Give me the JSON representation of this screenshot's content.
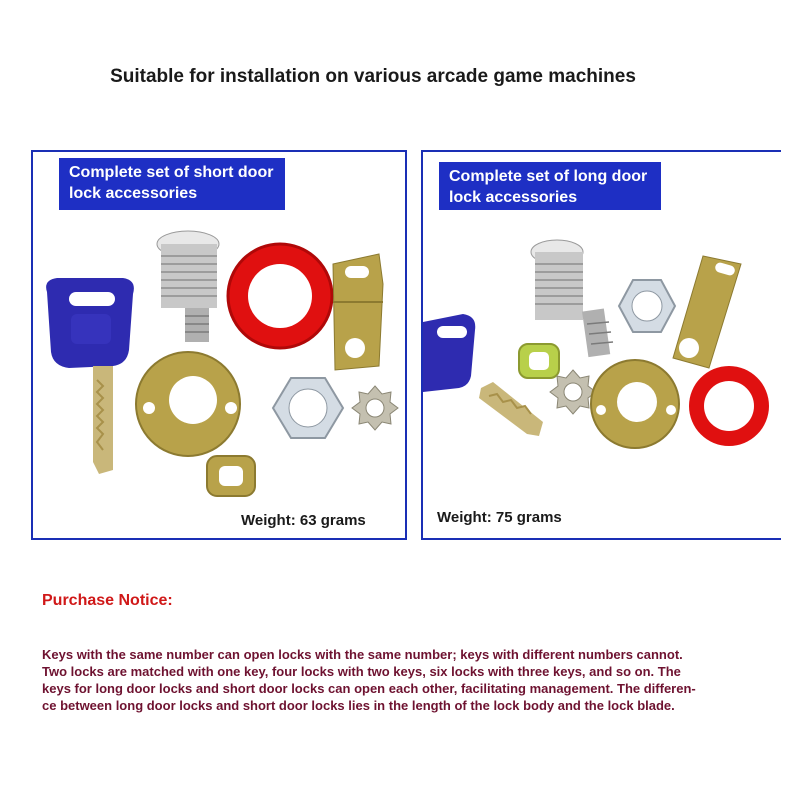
{
  "headline": "Suitable for installation on various arcade game machines",
  "panels": {
    "short": {
      "label": "Complete set of short door lock accessories",
      "weight": "Weight: 63 grams"
    },
    "long": {
      "label": "Complete set of long door lock accessories",
      "weight": "Weight: 75 grams"
    }
  },
  "notice": {
    "title": "Purchase Notice:",
    "lines": [
      "Keys with the same number can open locks with the same number; keys with different numbers cannot.",
      "Two locks are matched with one key, four locks with two keys, six locks with three keys, and so on. The",
      "keys for long door locks and short door locks can open each other, facilitating management. The differen-",
      "ce between long door locks and short door locks lies in the length of the lock body and the lock blade."
    ]
  },
  "colors": {
    "panel_border": "#1a2fb5",
    "label_bg": "#1e2fc4",
    "notice_title": "#d01818",
    "notice_text": "#6e1230",
    "key_blue": "#2e2bb0",
    "washer_red": "#e01010",
    "brass": "#b8a24a"
  },
  "icons": [
    "key-icon",
    "lock-cylinder-icon",
    "red-washer-icon",
    "cam-blade-icon",
    "brass-washer-icon",
    "hex-nut-icon",
    "star-lock-nut-icon",
    "small-square-washer-icon"
  ]
}
